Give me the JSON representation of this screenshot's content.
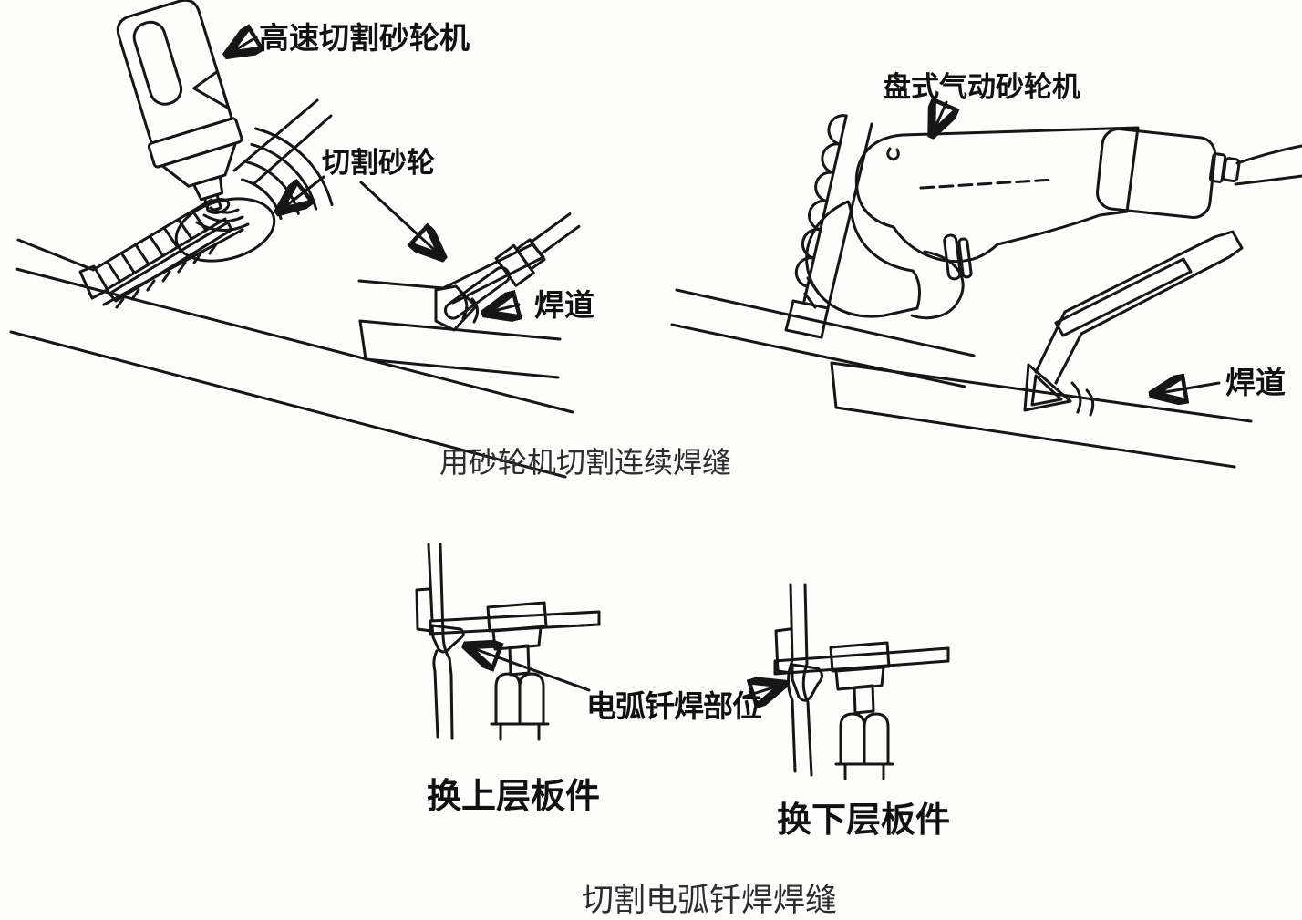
{
  "figure": {
    "top": {
      "left": {
        "tool_label": "高速切割砂轮机",
        "wheel_label": "切割砂轮",
        "weld_label": "焊道"
      },
      "right": {
        "tool_label": "盘式气动砂轮机",
        "weld_label": "焊道"
      },
      "caption": "用砂轮机切割连续焊缝"
    },
    "bottom": {
      "braze_label": "电弧钎焊部位",
      "upper_panel_label": "换上层板件",
      "lower_panel_label": "换下层板件",
      "caption": "切割电弧钎焊焊缝"
    },
    "colors": {
      "ink": "#161616",
      "paper": "#ffffff"
    }
  }
}
